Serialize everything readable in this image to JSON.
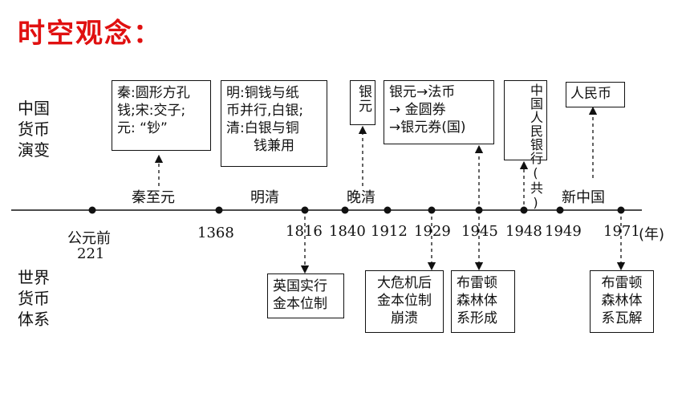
{
  "title": "时空观念：",
  "labels": {
    "china": [
      "中国",
      "货币",
      "演变"
    ],
    "world": [
      "世界",
      "货币",
      "体系"
    ]
  },
  "china_boxes": [
    {
      "lines": [
        "秦:圆形方孔",
        "钱;宋:交子;",
        "元: “钞”"
      ]
    },
    {
      "lines": [
        "明:铜钱与纸",
        "币并行,白银;",
        "清:白银与铜",
        "钱兼用"
      ]
    },
    {
      "lines": [
        "银元"
      ]
    },
    {
      "lines": [
        "银元→法币",
        "→ 金圆券",
        "→银元券(国)"
      ]
    },
    {
      "lines": [
        "中国人民银行(共)"
      ]
    },
    {
      "lines": [
        "人民币"
      ]
    }
  ],
  "world_boxes": [
    {
      "lines": [
        "英国实行",
        "金本位制"
      ]
    },
    {
      "lines": [
        "大危机后",
        "金本位制",
        "崩溃"
      ]
    },
    {
      "lines": [
        "布雷顿",
        "森林体",
        "系形成"
      ]
    },
    {
      "lines": [
        "布雷顿",
        "森林体",
        "系瓦解"
      ]
    }
  ],
  "eras": [
    "秦至元",
    "明清",
    "晚清",
    "新中国"
  ],
  "years": [
    "公元前",
    "221",
    "1368",
    "1816",
    "1840",
    "1912",
    "1929",
    "1945",
    "1948",
    "1949",
    "1971",
    "(年)"
  ]
}
